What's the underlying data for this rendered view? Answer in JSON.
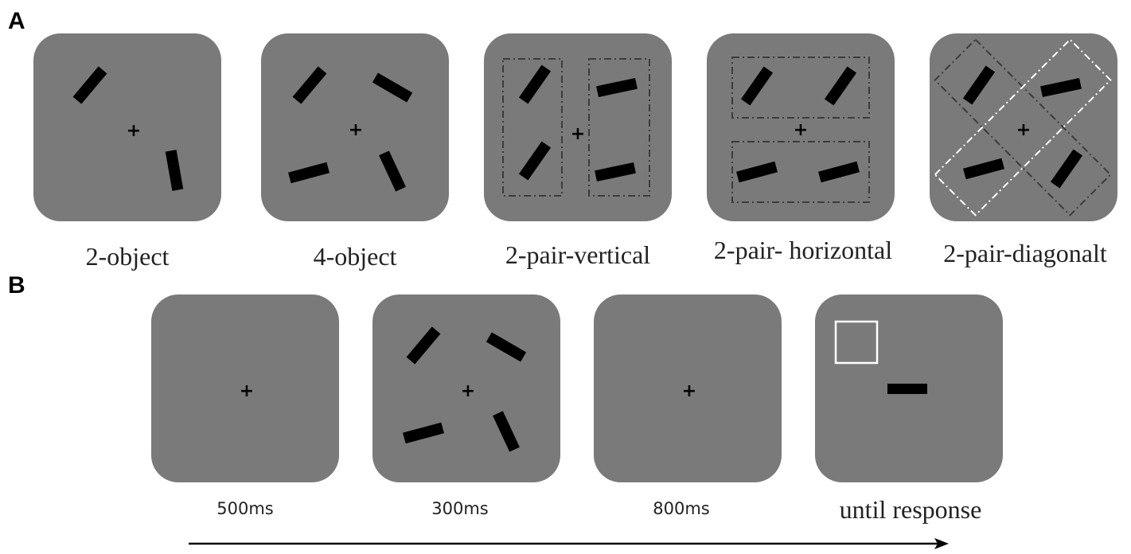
{
  "panels": {
    "a": {
      "label": "A",
      "conditions": [
        {
          "caption": "2-object"
        },
        {
          "caption": "4-object"
        },
        {
          "caption": "2-pair-vertical"
        },
        {
          "caption": "2-pair- horizontal"
        },
        {
          "caption": "2-pair-diagonalt"
        }
      ]
    },
    "b": {
      "label": "B",
      "sequence": [
        {
          "caption": "500ms"
        },
        {
          "caption": "300ms"
        },
        {
          "caption": "800ms"
        },
        {
          "caption": "until response"
        }
      ]
    }
  },
  "symbols": {
    "fixation": "+"
  },
  "colors": {
    "stimulus_background": "#7a7a7a",
    "bar": "#000000",
    "group_outline_dark": "#3c3c3c",
    "group_outline_light": "#ffffff",
    "probe_box": "#ffffff"
  }
}
